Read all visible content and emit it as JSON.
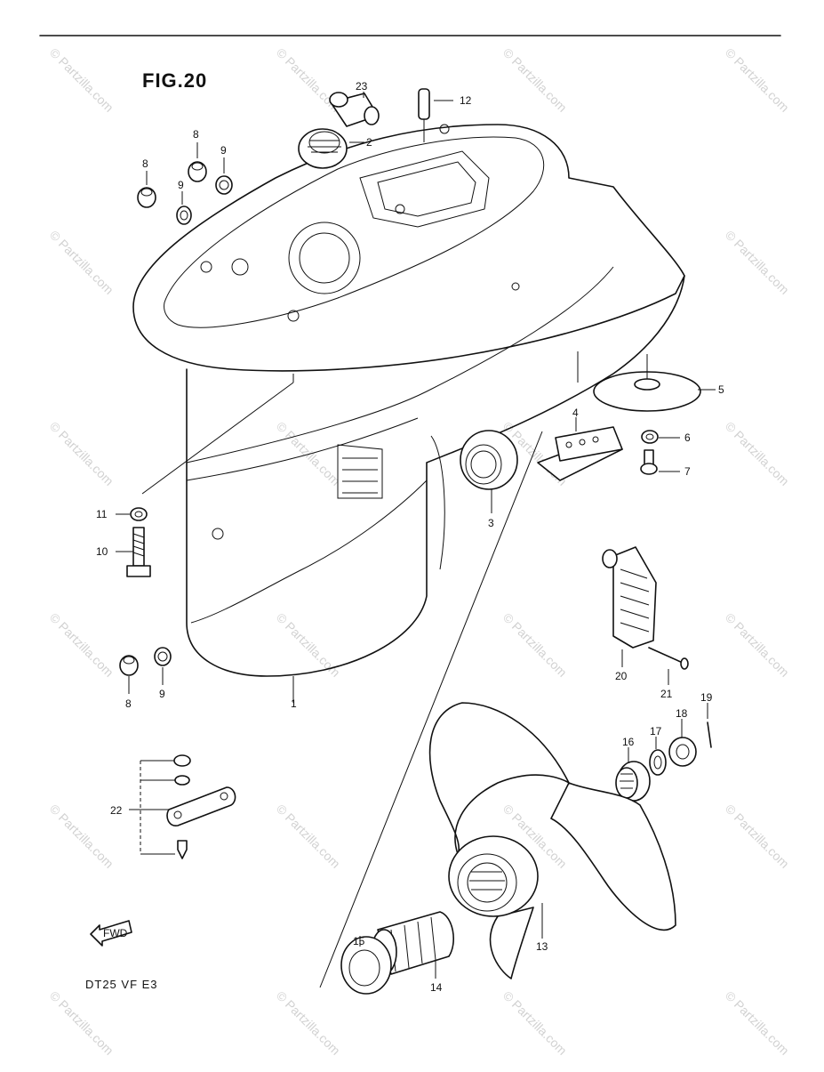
{
  "figure": {
    "title": "FIG.20",
    "model_code": "DT25  VF  E3"
  },
  "watermark": {
    "text": "© Partzilla.com"
  },
  "callouts": {
    "c1": "1",
    "c2": "2",
    "c3": "3",
    "c4": "4",
    "c5": "5",
    "c6": "6",
    "c7": "7",
    "c8a": "8",
    "c8b": "8",
    "c8c": "8",
    "c9a": "9",
    "c9b": "9",
    "c9c": "9",
    "c10": "10",
    "c11": "11",
    "c12": "12",
    "c13": "13",
    "c14": "14",
    "c15": "15",
    "c16": "16",
    "c17": "17",
    "c18": "18",
    "c19": "19",
    "c20": "20",
    "c21": "21",
    "c22": "22",
    "c23": "23"
  },
  "fwd_label": "FWD"
}
